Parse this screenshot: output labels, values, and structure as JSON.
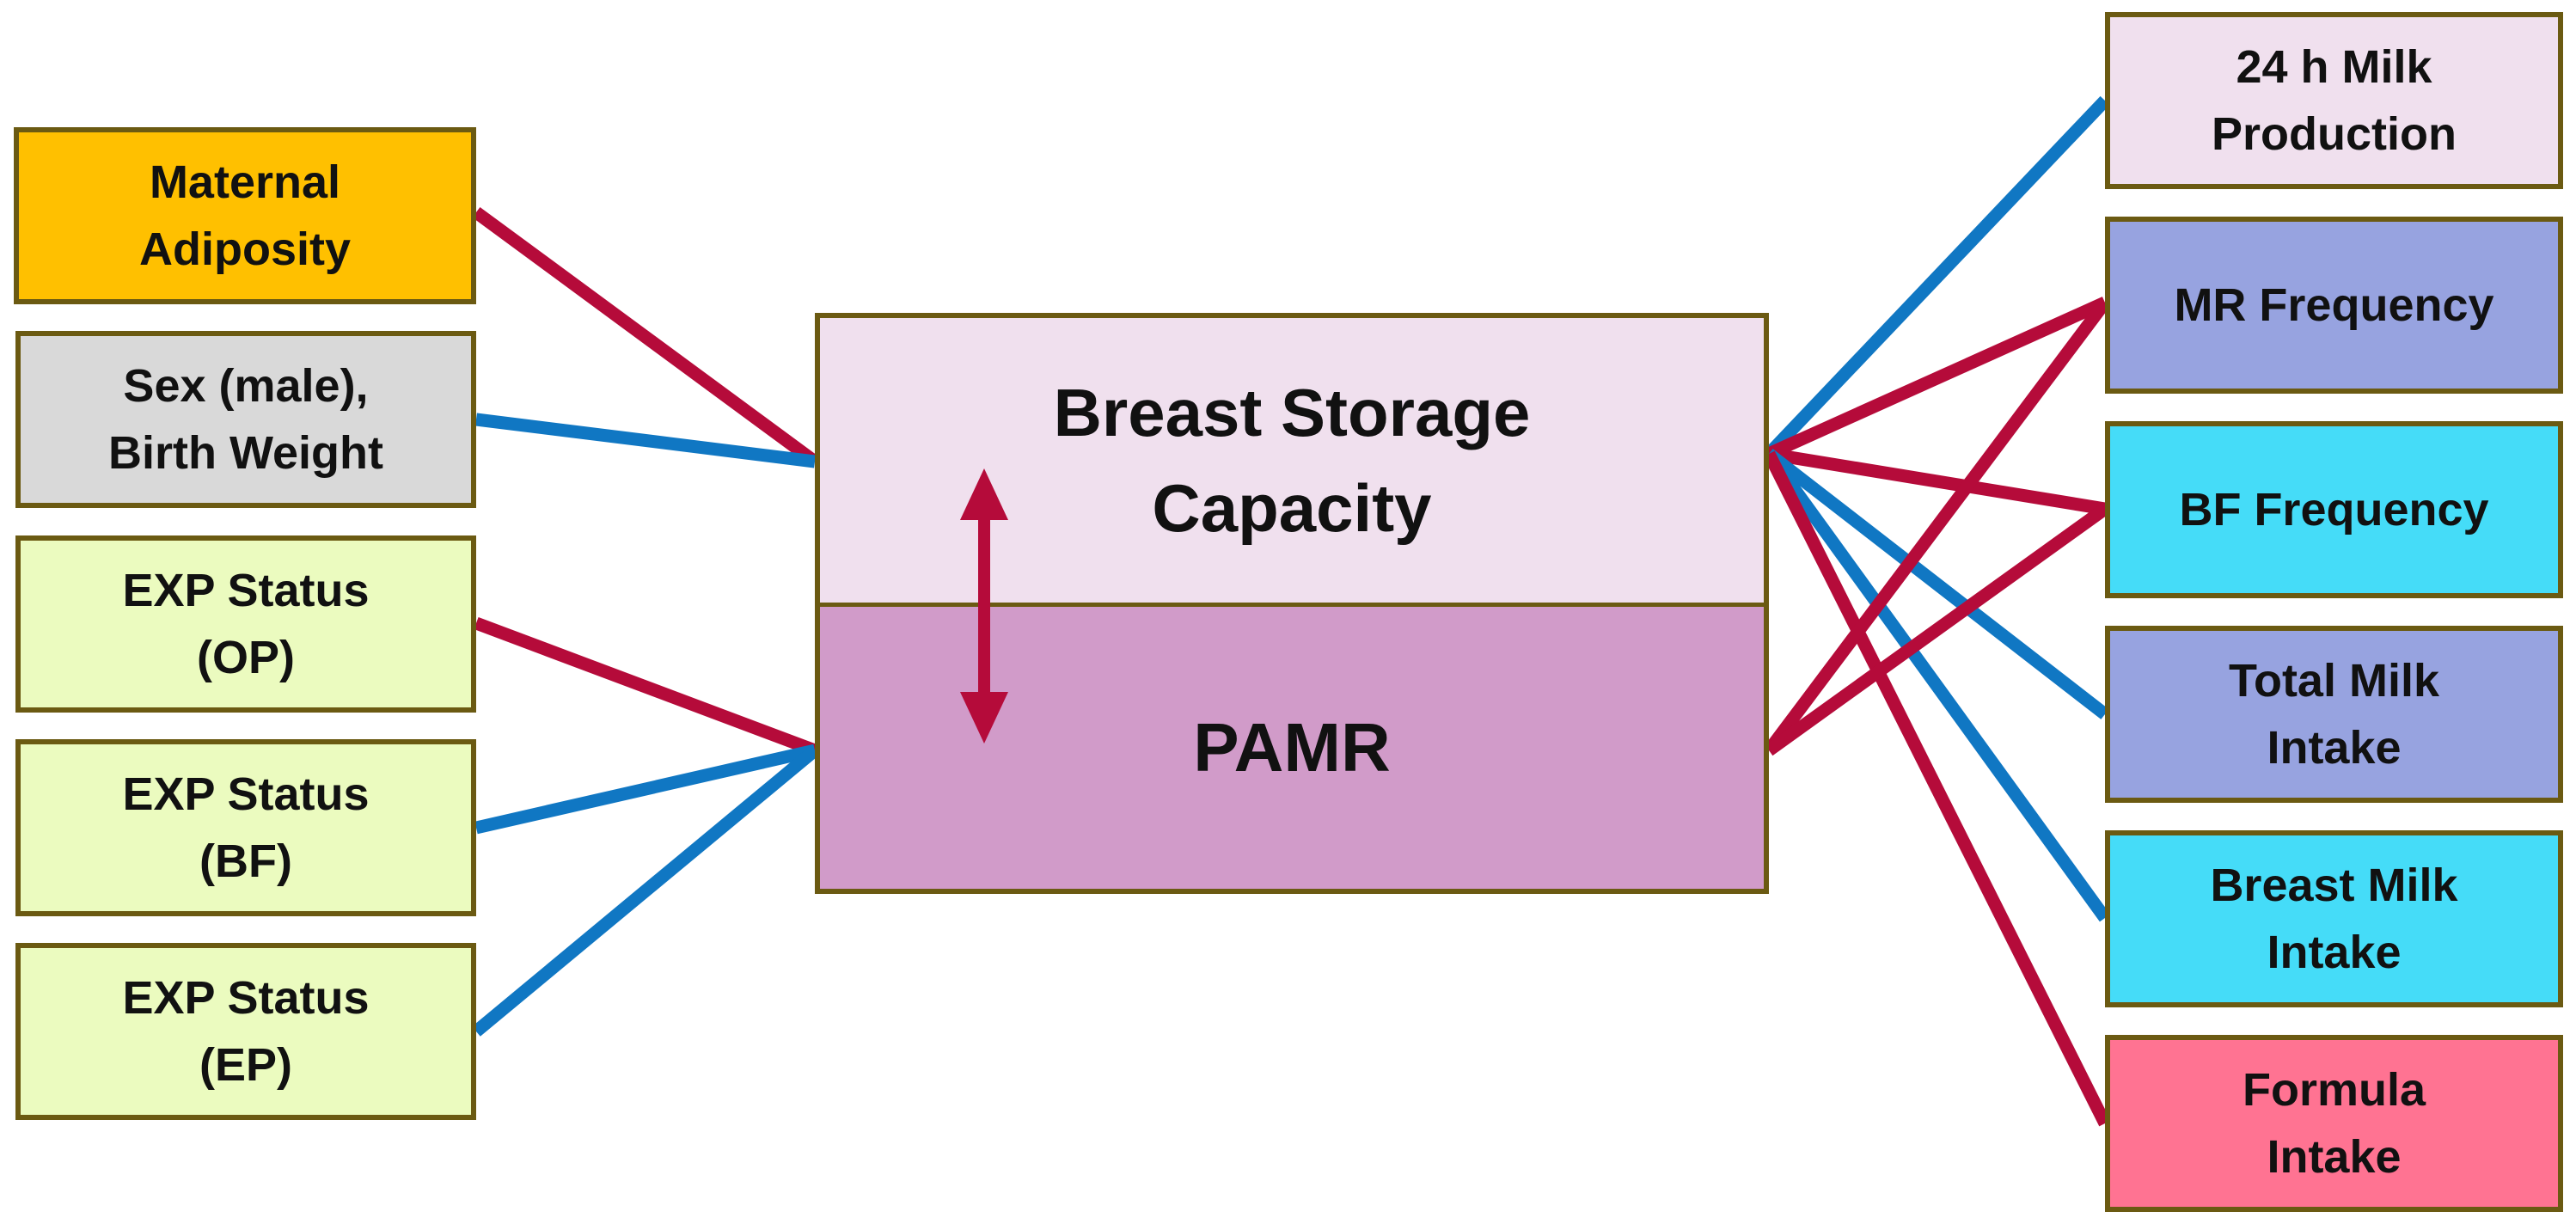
{
  "colors": {
    "positive_line": "#1077c3",
    "negative_line": "#b50b3a",
    "border": "#6b5a12",
    "maternal_adiposity": "#ffc000",
    "sex_birth_weight": "#d9d9d9",
    "exp_status": "#ebfbbf",
    "center_top": "#f0e0ee",
    "center_bottom": "#d19bc9",
    "milk_production": "#f0e0ee",
    "mr_frequency": "#97a3e0",
    "bf_frequency": "#45dcf8",
    "total_milk_intake": "#97a3e0",
    "breast_milk_intake": "#45dcf8",
    "formula_intake": "#ff7392"
  },
  "left_nodes": [
    {
      "id": "maternal-adiposity",
      "label": "Maternal\nAdiposity",
      "color_key": "maternal_adiposity"
    },
    {
      "id": "sex-birth-weight",
      "label": "Sex (male),\nBirth Weight",
      "color_key": "sex_birth_weight"
    },
    {
      "id": "exp-status-op",
      "label": "EXP Status\n(OP)",
      "color_key": "exp_status"
    },
    {
      "id": "exp-status-bf",
      "label": "EXP Status\n(BF)",
      "color_key": "exp_status"
    },
    {
      "id": "exp-status-ep",
      "label": "EXP Status\n(EP)",
      "color_key": "exp_status"
    }
  ],
  "center": {
    "top_label": "Breast Storage\nCapacity",
    "bottom_label": "PAMR",
    "arrow_icon": "double-headed-vertical-arrow"
  },
  "right_nodes": [
    {
      "id": "milk-production",
      "label": "24 h Milk\nProduction",
      "color_key": "milk_production"
    },
    {
      "id": "mr-frequency",
      "label": "MR Frequency",
      "color_key": "mr_frequency"
    },
    {
      "id": "bf-frequency",
      "label": "BF Frequency",
      "color_key": "bf_frequency"
    },
    {
      "id": "total-milk-intake",
      "label": "Total Milk\nIntake",
      "color_key": "total_milk_intake"
    },
    {
      "id": "breast-milk-intake",
      "label": "Breast Milk\nIntake",
      "color_key": "breast_milk_intake"
    },
    {
      "id": "formula-intake",
      "label": "Formula\nIntake",
      "color_key": "formula_intake"
    }
  ],
  "edges": [
    {
      "from": "maternal-adiposity",
      "to": "breast-storage-capacity",
      "sign": "negative"
    },
    {
      "from": "sex-birth-weight",
      "to": "breast-storage-capacity",
      "sign": "positive"
    },
    {
      "from": "exp-status-op",
      "to": "pamr",
      "sign": "negative"
    },
    {
      "from": "exp-status-bf",
      "to": "pamr",
      "sign": "positive"
    },
    {
      "from": "exp-status-ep",
      "to": "pamr",
      "sign": "positive"
    },
    {
      "from": "breast-storage-capacity",
      "to": "milk-production",
      "sign": "positive"
    },
    {
      "from": "breast-storage-capacity",
      "to": "mr-frequency",
      "sign": "negative"
    },
    {
      "from": "breast-storage-capacity",
      "to": "bf-frequency",
      "sign": "negative"
    },
    {
      "from": "breast-storage-capacity",
      "to": "total-milk-intake",
      "sign": "positive"
    },
    {
      "from": "breast-storage-capacity",
      "to": "breast-milk-intake",
      "sign": "positive"
    },
    {
      "from": "breast-storage-capacity",
      "to": "formula-intake",
      "sign": "negative"
    },
    {
      "from": "pamr",
      "to": "mr-frequency",
      "sign": "negative"
    },
    {
      "from": "pamr",
      "to": "bf-frequency",
      "sign": "negative"
    }
  ]
}
